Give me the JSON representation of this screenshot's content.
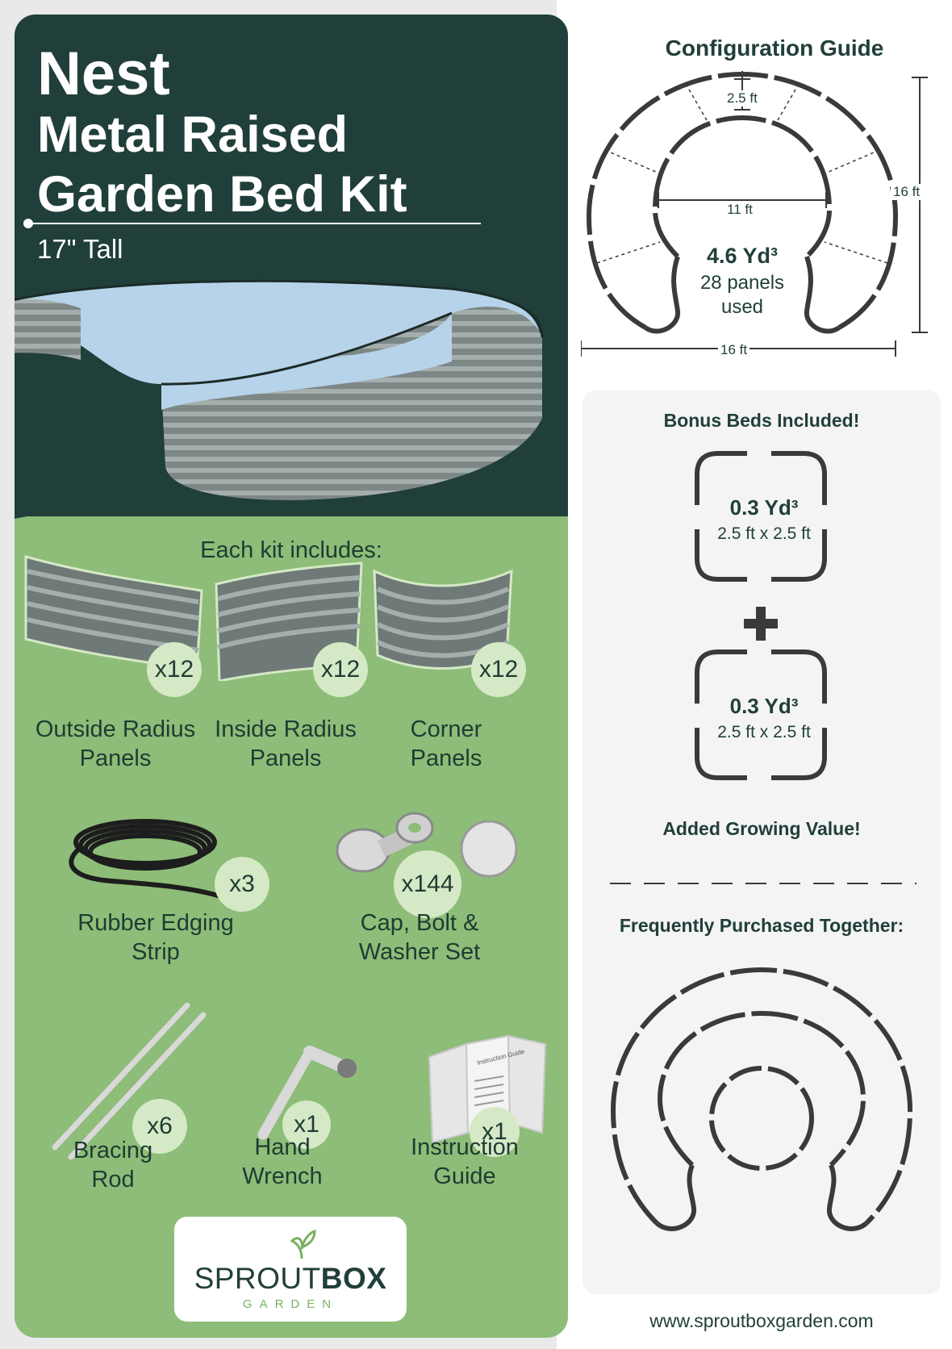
{
  "header": {
    "title_line1": "Nest",
    "title_line2": "Metal Raised Garden Bed Kit",
    "subtitle": "17\" Tall"
  },
  "kit": {
    "title": "Each kit includes:",
    "items": [
      {
        "count": "x12",
        "label": "Outside Radius Panels",
        "icon": "outside-radius-panel-icon"
      },
      {
        "count": "x12",
        "label": "Inside Radius Panels",
        "icon": "inside-radius-panel-icon"
      },
      {
        "count": "x12",
        "label": "Corner Panels",
        "icon": "corner-panel-icon"
      },
      {
        "count": "x3",
        "label": "Rubber Edging Strip",
        "icon": "rubber-strip-icon"
      },
      {
        "count": "x144",
        "label": "Cap, Bolt & Washer Set",
        "icon": "bolt-set-icon"
      },
      {
        "count": "x6",
        "label": "Bracing Rod",
        "icon": "bracing-rod-icon"
      },
      {
        "count": "x1",
        "label": "Hand Wrench",
        "icon": "wrench-icon"
      },
      {
        "count": "x1",
        "label": "Instruction Guide",
        "icon": "guide-icon",
        "doc_text": "Instruction Guide"
      }
    ]
  },
  "logo": {
    "word_light": "SPROUT",
    "word_bold": "BOX",
    "sub": "GARDEN"
  },
  "config": {
    "title": "Configuration Guide",
    "dim_gap": "2.5 ft",
    "dim_inner": "11 ft",
    "dim_height": "16 ft",
    "dim_width": "16 ft",
    "volume": "4.6 Yd³",
    "panels_line1": "28 panels",
    "panels_line2": "used"
  },
  "bonus": {
    "title": "Bonus Beds Included!",
    "beds": [
      {
        "volume": "0.3 Yd³",
        "dims": "2.5 ft x 2.5 ft"
      },
      {
        "volume": "0.3 Yd³",
        "dims": "2.5 ft x 2.5 ft"
      }
    ],
    "value_text": "Added Growing Value!",
    "fpt_title": "Frequently Purchased Together:"
  },
  "website": "www.sproutboxgarden.com",
  "colors": {
    "dark_green": "#213f3a",
    "light_green": "#8dbd78",
    "badge": "#d5e9c6",
    "panel_gray": "#f4f4f4"
  }
}
